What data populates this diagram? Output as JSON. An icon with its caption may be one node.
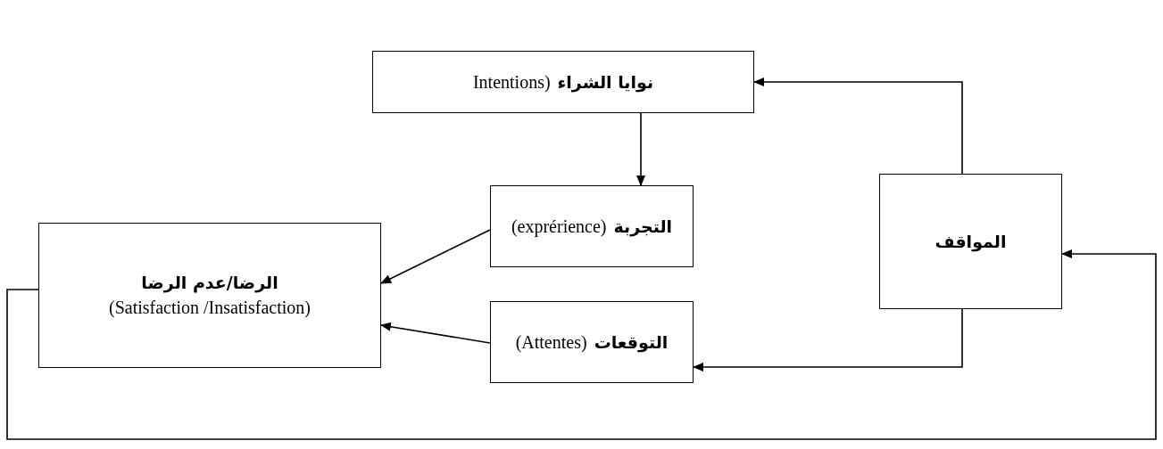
{
  "diagram": {
    "nodes": [
      {
        "text": [
          "نوايا الشراء",
          "Intentions)"
        ]
      },
      {
        "text": [
          "التجربة",
          "(exprérience)"
        ]
      },
      {
        "text": [
          "التوقعات",
          "(Attentes)"
        ]
      },
      {
        "text": [
          "الرضا/عدم الرضا",
          "(Satisfaction /Insatisfaction)"
        ]
      },
      {
        "text": [
          "المواقف"
        ]
      }
    ],
    "edges": [
      {
        "from": 0,
        "to": 1,
        "arrow": "to"
      },
      {
        "from": 1,
        "to": 3,
        "arrow": "to"
      },
      {
        "from": 2,
        "to": 3,
        "arrow": "to"
      },
      {
        "from": 4,
        "to": 0,
        "arrow": "to"
      },
      {
        "from": 4,
        "to": 2,
        "arrow": "to"
      },
      {
        "from": 3,
        "to": 4,
        "arrow": "to"
      }
    ]
  }
}
